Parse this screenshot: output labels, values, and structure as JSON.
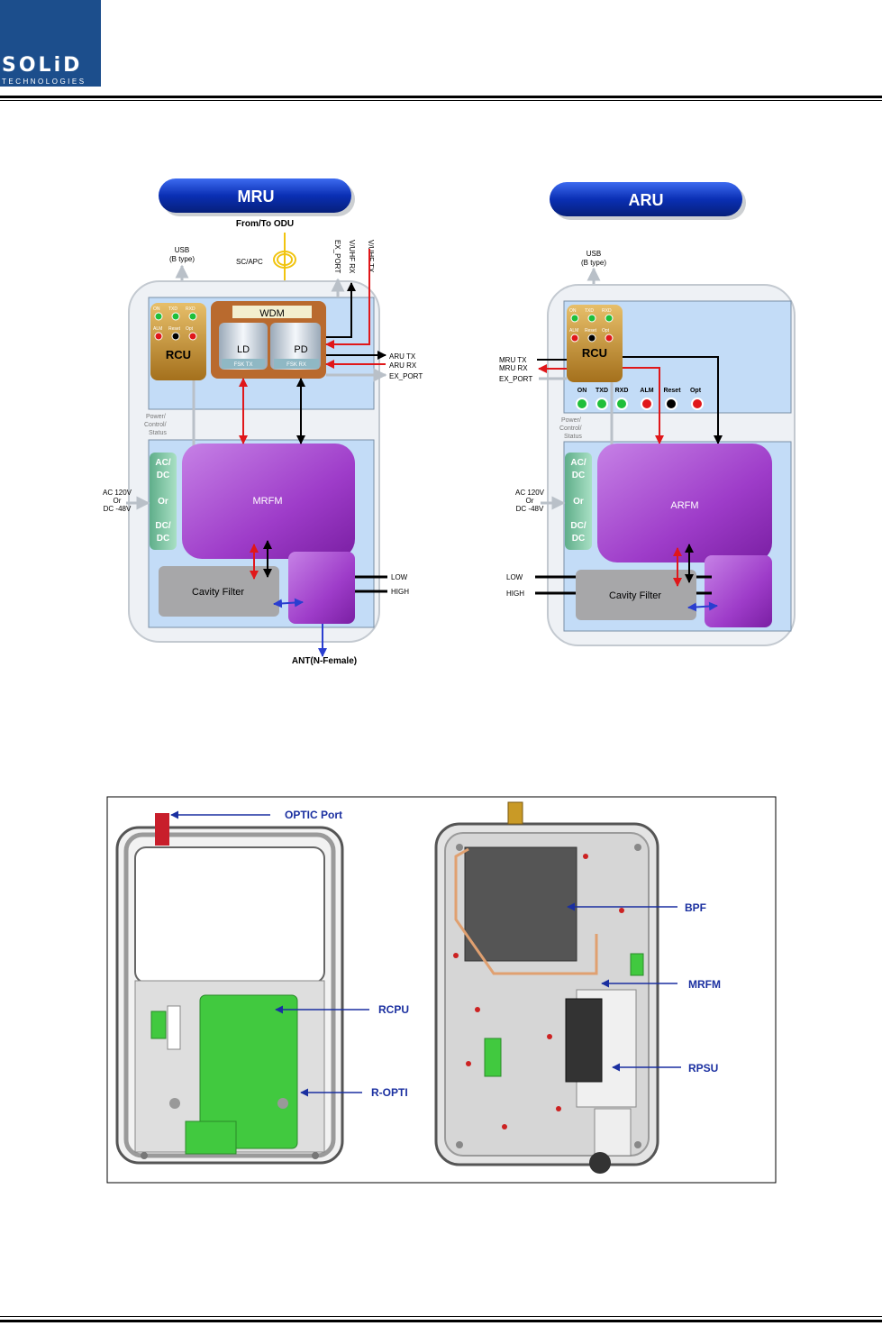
{
  "header": {
    "logo_text": "SOLiD",
    "logo_sub": "TECHNOLOGIES"
  },
  "mru": {
    "title": "MRU",
    "from_to_odu": "From/To ODU",
    "usb": "USB",
    "usb_type": "(B type)",
    "sc_apc": "SC/APC",
    "ex_port_top": "EX_PORT",
    "vuhf_rx": "V/UHF RX",
    "vuhf_tx": "V/UHF TX",
    "wdm": "WDM",
    "ld": "LD",
    "pd": "PD",
    "fsk_tx": "FSK TX",
    "fsk_rx": "FSK RX",
    "aru_tx": "ARU TX",
    "aru_rx": "ARU RX",
    "ex_port": "EX_PORT",
    "rcu": "RCU",
    "rcu_led_labels": [
      "ON",
      "TXD",
      "RXD"
    ],
    "rcu_led_labels2": [
      "ALM",
      "Reset",
      "Opt"
    ],
    "power": "Power/",
    "control": "Control/",
    "status": "Status",
    "acdc": [
      "AC/",
      "DC",
      "Or",
      "DC/",
      "DC"
    ],
    "ac_input": [
      "AC 120V",
      "Or",
      "DC -48V"
    ],
    "rfm": "MRFM",
    "cavity": "Cavity Filter",
    "low": "LOW",
    "high": "HIGH",
    "ant": "ANT(N-Female)"
  },
  "aru": {
    "title": "ARU",
    "usb": "USB",
    "usb_type": "(B type)",
    "rcu": "RCU",
    "rcu_led_labels": [
      "ON",
      "TXD",
      "RXD"
    ],
    "rcu_led_labels2": [
      "ALM",
      "Reset",
      "Opt"
    ],
    "mru_tx": "MRU TX",
    "mru_rx": "MRU RX",
    "ex_port": "EX_PORT",
    "led_labels": [
      "ON",
      "TXD",
      "RXD",
      "ALM",
      "Reset",
      "Opt"
    ],
    "power": "Power/",
    "control": "Control/",
    "status": "Status",
    "acdc": [
      "AC/",
      "DC",
      "Or",
      "DC/",
      "DC"
    ],
    "ac_input": [
      "AC 120V",
      "Or",
      "DC -48V"
    ],
    "rfm": "ARFM",
    "cavity": "Cavity Filter",
    "low": "LOW",
    "high": "HIGH"
  },
  "photo": {
    "labels": {
      "optic_port": "OPTIC Port",
      "rcpu": "RCPU",
      "r_opti": "R-OPTI",
      "bpf": "BPF",
      "mrfm": "MRFM",
      "rpsu": "RPSU"
    }
  },
  "colors": {
    "brand": "#1c4e8c",
    "pill": "#0a2fb4",
    "purple": "#9e3cc9",
    "blue_area": "#c3dcf7",
    "gold": "#c49236",
    "green_board": "#41c93f",
    "arrow_red": "#e0171a",
    "arrow_blue": "#2a3ed0"
  }
}
